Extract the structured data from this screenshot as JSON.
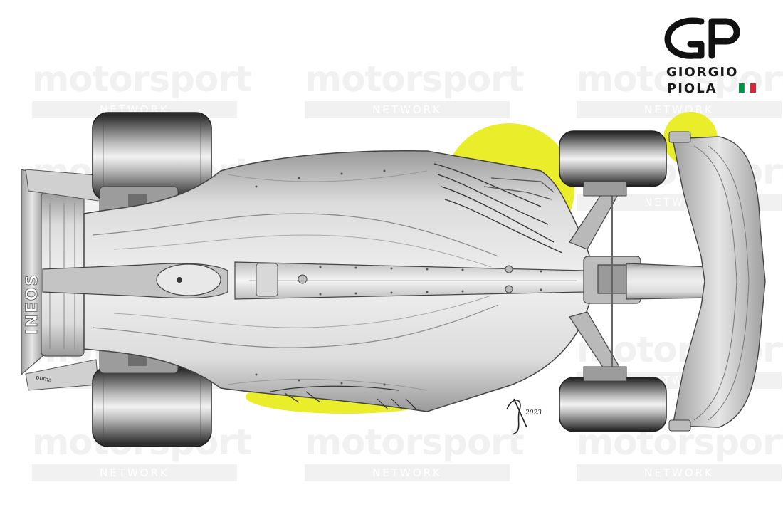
{
  "watermark": {
    "brand_word": "motorsport",
    "brand_sub": "NETWORK"
  },
  "logo": {
    "line1": "GIORGIO",
    "line2": "PIOLA",
    "flag_colors": [
      "#009246",
      "#ffffff",
      "#ce2b37"
    ]
  },
  "car": {
    "rear_wing_livery": "INEOS",
    "endplate_sponsor": "puma"
  },
  "signature": {
    "year": "2023"
  },
  "colors": {
    "highlight": "#e8ec1f",
    "body_silver": "#c9c9c9",
    "tyre": "#3a3a3a"
  }
}
